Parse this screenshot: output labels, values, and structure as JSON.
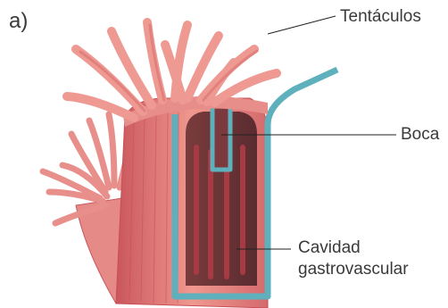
{
  "figure_label": "a)",
  "labels": {
    "tentaculos": "Tentáculos",
    "boca": "Boca",
    "cavidad_line1": "Cavidad",
    "cavidad_line2": "gastrovascular"
  },
  "colors": {
    "body": "#e9847f",
    "body_dark": "#c94e55",
    "tentacle": "#ee9a92",
    "ectoderm": "#5fb0bd",
    "cavity": "#6a3a38",
    "mesentery": "#a83a44",
    "leader": "#222222"
  }
}
